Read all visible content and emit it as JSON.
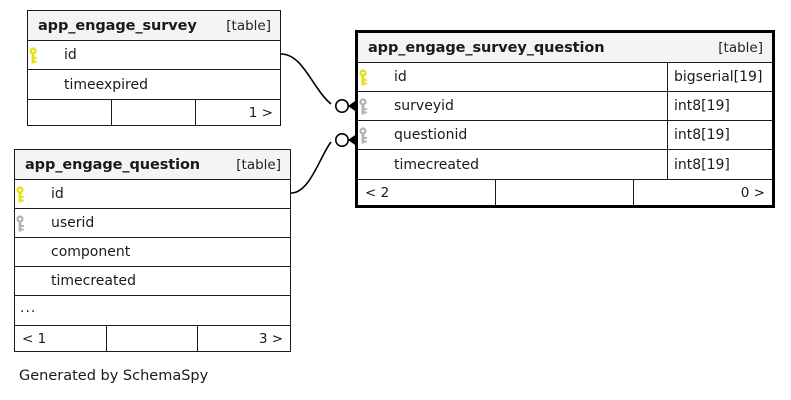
{
  "diagram": {
    "kind_label": "[table]",
    "caption": "Generated by SchemaSpy",
    "pk_icon": "yellow-key-icon",
    "fk_icon": "grey-key-icon",
    "colors": {
      "background": "#ffffff",
      "border": "#1a1a1a",
      "header_fill": "#f4f4f4",
      "primary_key": "#e3e312",
      "foreign_key": "#b3b3b3",
      "text": "#1a1a1a"
    }
  },
  "tables": [
    {
      "id": "app_engage_survey",
      "name": "app_engage_survey",
      "kind": "[table]",
      "focused": false,
      "columns": [
        {
          "name": "id",
          "key": "primary",
          "type": ""
        },
        {
          "name": "timeexpired",
          "key": "none",
          "type": ""
        }
      ],
      "footer": {
        "left": "",
        "middle": "",
        "right": "1 >"
      }
    },
    {
      "id": "app_engage_survey_question",
      "name": "app_engage_survey_question",
      "kind": "[table]",
      "focused": true,
      "columns": [
        {
          "name": "id",
          "key": "primary",
          "type": "bigserial[19]"
        },
        {
          "name": "surveyid",
          "key": "foreign",
          "type": "int8[19]"
        },
        {
          "name": "questionid",
          "key": "foreign",
          "type": "int8[19]"
        },
        {
          "name": "timecreated",
          "key": "none",
          "type": "int8[19]"
        }
      ],
      "footer": {
        "left": "< 2",
        "middle": "",
        "right": "0 >"
      }
    },
    {
      "id": "app_engage_question",
      "name": "app_engage_question",
      "kind": "[table]",
      "focused": false,
      "columns": [
        {
          "name": "id",
          "key": "primary",
          "type": ""
        },
        {
          "name": "userid",
          "key": "foreign",
          "type": ""
        },
        {
          "name": "component",
          "key": "none",
          "type": ""
        },
        {
          "name": "timecreated",
          "key": "none",
          "type": ""
        },
        {
          "name": "...",
          "key": "none",
          "type": "",
          "more": true
        }
      ],
      "footer": {
        "left": "< 1",
        "middle": "",
        "right": "3 >"
      }
    }
  ],
  "relationships": [
    {
      "id": "rel-survey-to-surveyid",
      "from_table": "app_engage_survey",
      "from_column": "id",
      "to_table": "app_engage_survey_question",
      "to_column": "surveyid",
      "from_cardinality": "one",
      "to_cardinality": "zero-or-many"
    },
    {
      "id": "rel-question-to-questionid",
      "from_table": "app_engage_question",
      "from_column": "id",
      "to_table": "app_engage_survey_question",
      "to_column": "questionid",
      "from_cardinality": "one",
      "to_cardinality": "zero-or-many"
    }
  ]
}
